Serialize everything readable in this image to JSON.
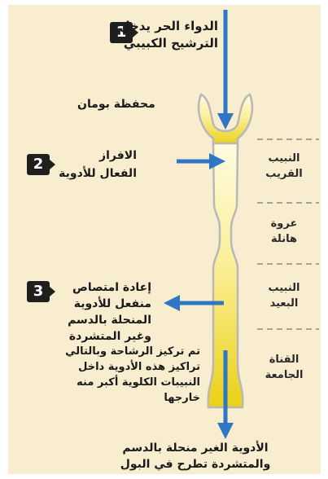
{
  "steps": [
    {
      "number": "1",
      "line1": "الدواء الحر يدخل",
      "line2": "الترشيح الكبيبي"
    },
    {
      "number": "2",
      "line1": "الافراز",
      "line2": "الفعال للأدوية"
    },
    {
      "number": "3",
      "line1": "إعادة امتصاص",
      "line2": "منفعل للأدوية",
      "line3": "المنحلة بالدسم",
      "line4": "وغير المتشردة"
    }
  ],
  "capsule_label": "محفظة بومان",
  "segments": [
    {
      "line1": "النبيب",
      "line2": "القريب"
    },
    {
      "line1": "عروة",
      "line2": "هانلة"
    },
    {
      "line1": "النبيب",
      "line2": "البعيد"
    },
    {
      "line1": "القناة",
      "line2": "الجامعة"
    }
  ],
  "concentration_note": {
    "line1": "تم تركيز الرشاحة وبالتالي",
    "line2": "تراكيز هذه الأدوية داخل",
    "line3": "النبيبات الكلوية أكبر منه",
    "line4": "خارجها"
  },
  "output_note": {
    "line1": "الأدوية الغير منحلة بالدسم",
    "line2": "والمتشردة تطرح في البول"
  },
  "colors": {
    "background": "#f9edd0",
    "arrow": "#2f76c4",
    "tubule_light": "#fffbe0",
    "tubule_dark": "#ead116",
    "tubule_outline": "#b8b8b8",
    "badge": "#1f1f1f"
  }
}
